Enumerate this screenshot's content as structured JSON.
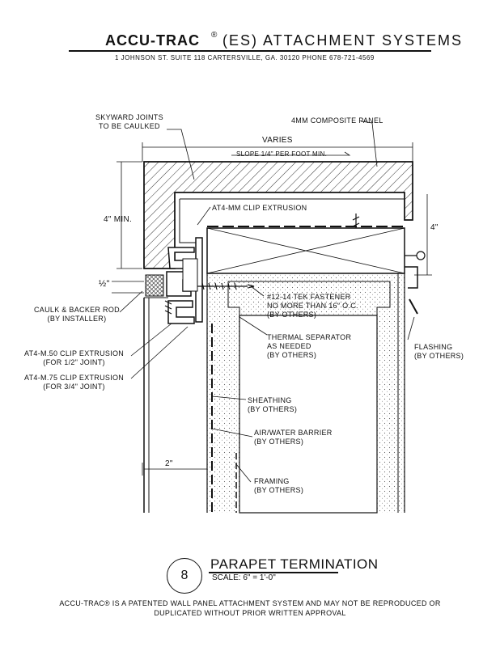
{
  "header": {
    "brand": "ACCU-TRAC",
    "registered": "®",
    "subtitle": "(ES) ATTACHMENT SYSTEMS",
    "address": "1 JOHNSON ST.    SUITE 118    CARTERSVILLE, GA. 30120    PHONE 678-721-4569"
  },
  "labels": {
    "skyward": [
      "SKYWARD JOINTS",
      "TO BE CAULKED"
    ],
    "composite": "4MM COMPOSITE PANEL",
    "varies": "VARIES",
    "slope": "SLOPE 1/4\" PER FOOT MIN.",
    "min4": "4\" MIN.",
    "right4": "4\"",
    "mm_clip": "AT4-MM CLIP EXTRUSION",
    "half": "½\"",
    "caulk": [
      "CAULK & BACKER ROD",
      "(BY INSTALLER)"
    ],
    "tek": [
      "#12-14 TEK FASTENER",
      "NO MORE THAN 16\" O.C.",
      "(BY OTHERS)"
    ],
    "thermal": [
      "THERMAL SEPARATOR",
      "AS NEEDED",
      "(BY OTHERS)"
    ],
    "flashing": [
      "FLASHING",
      "(BY OTHERS)"
    ],
    "m50": [
      "AT4-M.50 CLIP EXTRUSION",
      "(FOR 1/2\" JOINT)"
    ],
    "m75": [
      "AT4-M.75 CLIP EXTRUSION",
      "(FOR 3/4\" JOINT)"
    ],
    "sheathing": [
      "SHEATHING",
      "(BY OTHERS)"
    ],
    "barrier": [
      "AIR/WATER BARRIER",
      "(BY OTHERS)"
    ],
    "two": "2\"",
    "framing": [
      "FRAMING",
      "(BY OTHERS)"
    ]
  },
  "detail": {
    "number": "8",
    "title": "PARAPET TERMINATION",
    "scale": "SCALE: 6\" = 1'-0\""
  },
  "footer": {
    "line1": "ACCU-TRAC® IS A PATENTED WALL PANEL ATTACHMENT SYSTEM AND MAY NOT BE REPRODUCED OR",
    "line2": "DUPLICATED WITHOUT PRIOR WRITTEN APPROVAL"
  }
}
